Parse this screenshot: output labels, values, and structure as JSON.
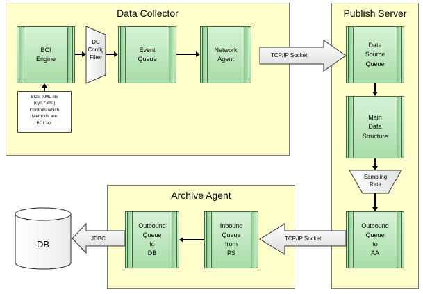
{
  "panels": {
    "data_collector": "Data Collector",
    "publish_server": "Publish Server",
    "archive_agent": "Archive Agent"
  },
  "nodes": {
    "bci_engine": "BCI\nEngine",
    "dc_config_filter": "DC\nConfig\nFilter",
    "event_queue": "Event\nQueue",
    "network_agent": "Network\nAgent",
    "bcm_note": "BCM XML file\n(cyn.*.xml)\nControls which\nMethods are\nBCI    ’ed.",
    "data_source_queue": "Data\nSource\nQueue",
    "main_data_structure": "Main\nData\nStructure",
    "sampling_rate": "Sampling\nRate",
    "outbound_queue_aa": "Outbound\nQueue\nto\nAA",
    "inbound_queue_ps": "Inbound\nQueue\nfrom\nPS",
    "outbound_queue_db": "Outbound\nQueue\nto\nDB",
    "db": "DB"
  },
  "connectors": {
    "tcp_socket_top": "TCP/IP Socket",
    "tcp_socket_bottom": "TCP/IP Socket",
    "jdbc": "JDBC"
  },
  "colors": {
    "panel_fill": "#ffffcc",
    "queue_fill": "#b8e4b8",
    "queue_border": "#3c6a3c"
  }
}
